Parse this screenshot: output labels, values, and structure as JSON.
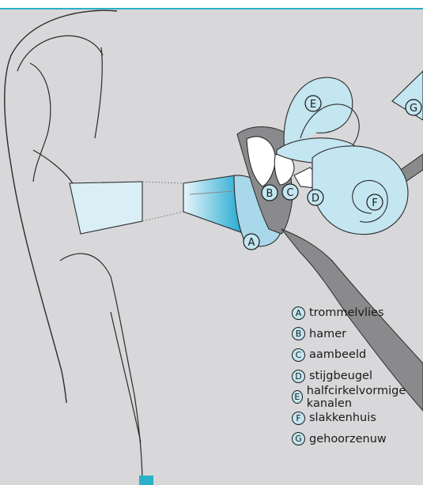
{
  "colors": {
    "background": "#d8d8da",
    "top_border": "#2ab0c8",
    "structure_blue": "#c3e6f0",
    "bone_white": "#ffffff",
    "nerve_grey": "#8a8a8c",
    "outline": "#2a2a2a"
  },
  "labels": [
    {
      "letter": "A",
      "name": "trommelvlies"
    },
    {
      "letter": "B",
      "name": "hamer"
    },
    {
      "letter": "C",
      "name": "aambeeld"
    },
    {
      "letter": "D",
      "name": "stijgbeugel"
    },
    {
      "letter": "E",
      "name": "halfcirkelvormige kanalen"
    },
    {
      "letter": "F",
      "name": "slakkenhuis"
    },
    {
      "letter": "G",
      "name": "gehoorzenuw"
    }
  ]
}
